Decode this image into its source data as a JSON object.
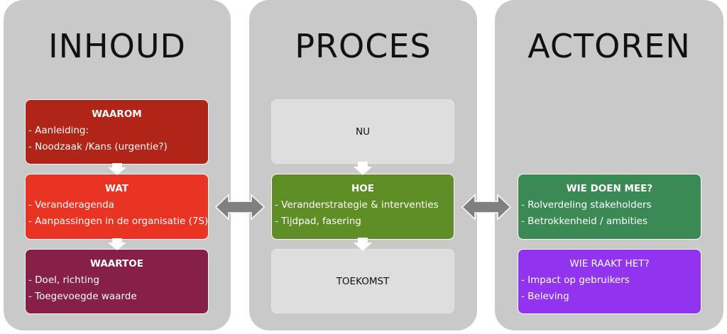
{
  "columns": [
    {
      "title": "INHOUD",
      "boxes": [
        {
          "head": "WAAROM",
          "lines": [
            "- Aanleiding:",
            "- Noodzaak /Kans (urgentie?)"
          ],
          "color": "#b12418"
        },
        {
          "head": "WAT",
          "lines": [
            "- Veranderagenda",
            "- Aanpassingen in de organisatie (7S)"
          ],
          "color": "#ea3423"
        },
        {
          "head": "WAARTOE",
          "lines": [
            "- Doel, richting",
            "- Toegevoegde waarde"
          ],
          "color": "#862049"
        }
      ]
    },
    {
      "title": "PROCES",
      "boxes": [
        {
          "head": "NU",
          "color": "#dedede"
        },
        {
          "head": "HOE",
          "lines": [
            "- Veranderstrategie & interventies",
            "- Tijdpad, fasering"
          ],
          "color": "#5f8d26"
        },
        {
          "head": "TOEKOMST",
          "color": "#dedede"
        }
      ]
    },
    {
      "title": "ACTOREN",
      "boxes": [
        {
          "head": "WIE DOEN MEE?",
          "lines": [
            "- Rolverdeling stakeholders",
            "- Betrokkenheid / ambities"
          ],
          "color": "#3b8a55"
        },
        {
          "head": "WIE RAAKT HET?",
          "lines": [
            "- Impact op gebruikers",
            "- Beleving"
          ],
          "color": "#9233f0"
        }
      ]
    }
  ],
  "colors": {
    "panel": "#c9c9c9",
    "arrow_fill": "#808080",
    "arrow_stroke": "#ffffff"
  }
}
